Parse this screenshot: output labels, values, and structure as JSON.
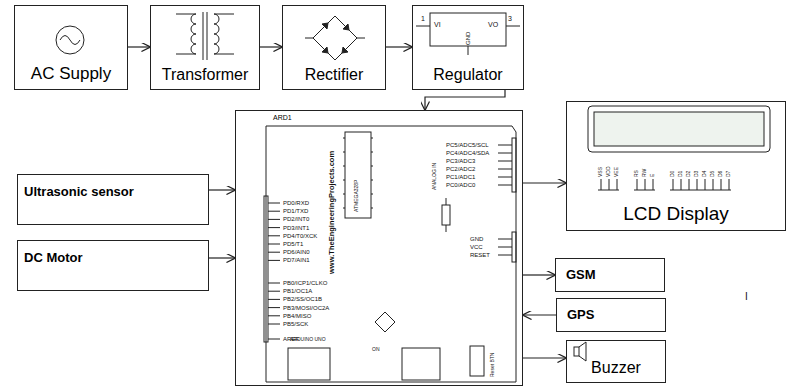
{
  "diagram": {
    "nodes": [
      {
        "text": [
          "AC Supply"
        ]
      },
      {
        "text": [
          "Transformer"
        ]
      },
      {
        "text": [
          "Rectifier"
        ]
      },
      {
        "text": [
          "Regulator"
        ]
      },
      {
        "text": [
          "Ultrasonic sensor"
        ]
      },
      {
        "text": [
          "DC Motor"
        ]
      },
      {
        "text": [
          "ARD1"
        ]
      },
      {
        "text": [
          "LCD Display"
        ]
      },
      {
        "text": [
          "GSM"
        ]
      },
      {
        "text": [
          "GPS"
        ]
      },
      {
        "text": [
          "Buzzer"
        ]
      }
    ],
    "edges": [
      {
        "from": 0,
        "to": 1,
        "arrow": "to"
      },
      {
        "from": 1,
        "to": 2,
        "arrow": "to"
      },
      {
        "from": 2,
        "to": 3,
        "arrow": "to"
      },
      {
        "from": 3,
        "to": 6,
        "arrow": "to"
      },
      {
        "from": 4,
        "to": 6,
        "arrow": "to"
      },
      {
        "from": 5,
        "to": 6,
        "arrow": "to"
      },
      {
        "from": 6,
        "to": 7,
        "arrow": "to"
      },
      {
        "from": 6,
        "to": 8,
        "arrow": "to"
      },
      {
        "from": 9,
        "to": 6,
        "arrow": "to"
      },
      {
        "from": 6,
        "to": 10,
        "arrow": "to"
      }
    ],
    "labels": [
      "VI",
      "VO",
      "GND",
      "1",
      "3",
      "PD0/RXD",
      "PD1/TXD",
      "PD2/INT0",
      "PD3/INT1",
      "PD4/T0/XCK",
      "PD5/T1",
      "PD6/AIN0",
      "PD7/AIN1",
      "PB0/ICP1/CLKO",
      "PB1/OC1A",
      "PB2/SS/OC1B",
      "PB3/MOSI/OC2A",
      "PB4/MISO",
      "PB5/SCK",
      "AREF",
      "PC5/ADC5/SCL",
      "PC4/ADC4/SDA",
      "PC3/ADC3",
      "PC2/ADC2",
      "PC1/ADC1",
      "PC0/ADC0",
      "ANALOG IN",
      "GND",
      "VCC",
      "RESET",
      "ATMEGA328P",
      "www.TheEngineeringProjects.com",
      "ARDUINO UNO",
      "ON",
      "Reset BTN",
      "VSS",
      "VDD",
      "VEE",
      "RS",
      "RW",
      "E",
      "D0",
      "D1",
      "D2",
      "D3",
      "D4",
      "D5",
      "D6",
      "D7",
      "I"
    ]
  }
}
